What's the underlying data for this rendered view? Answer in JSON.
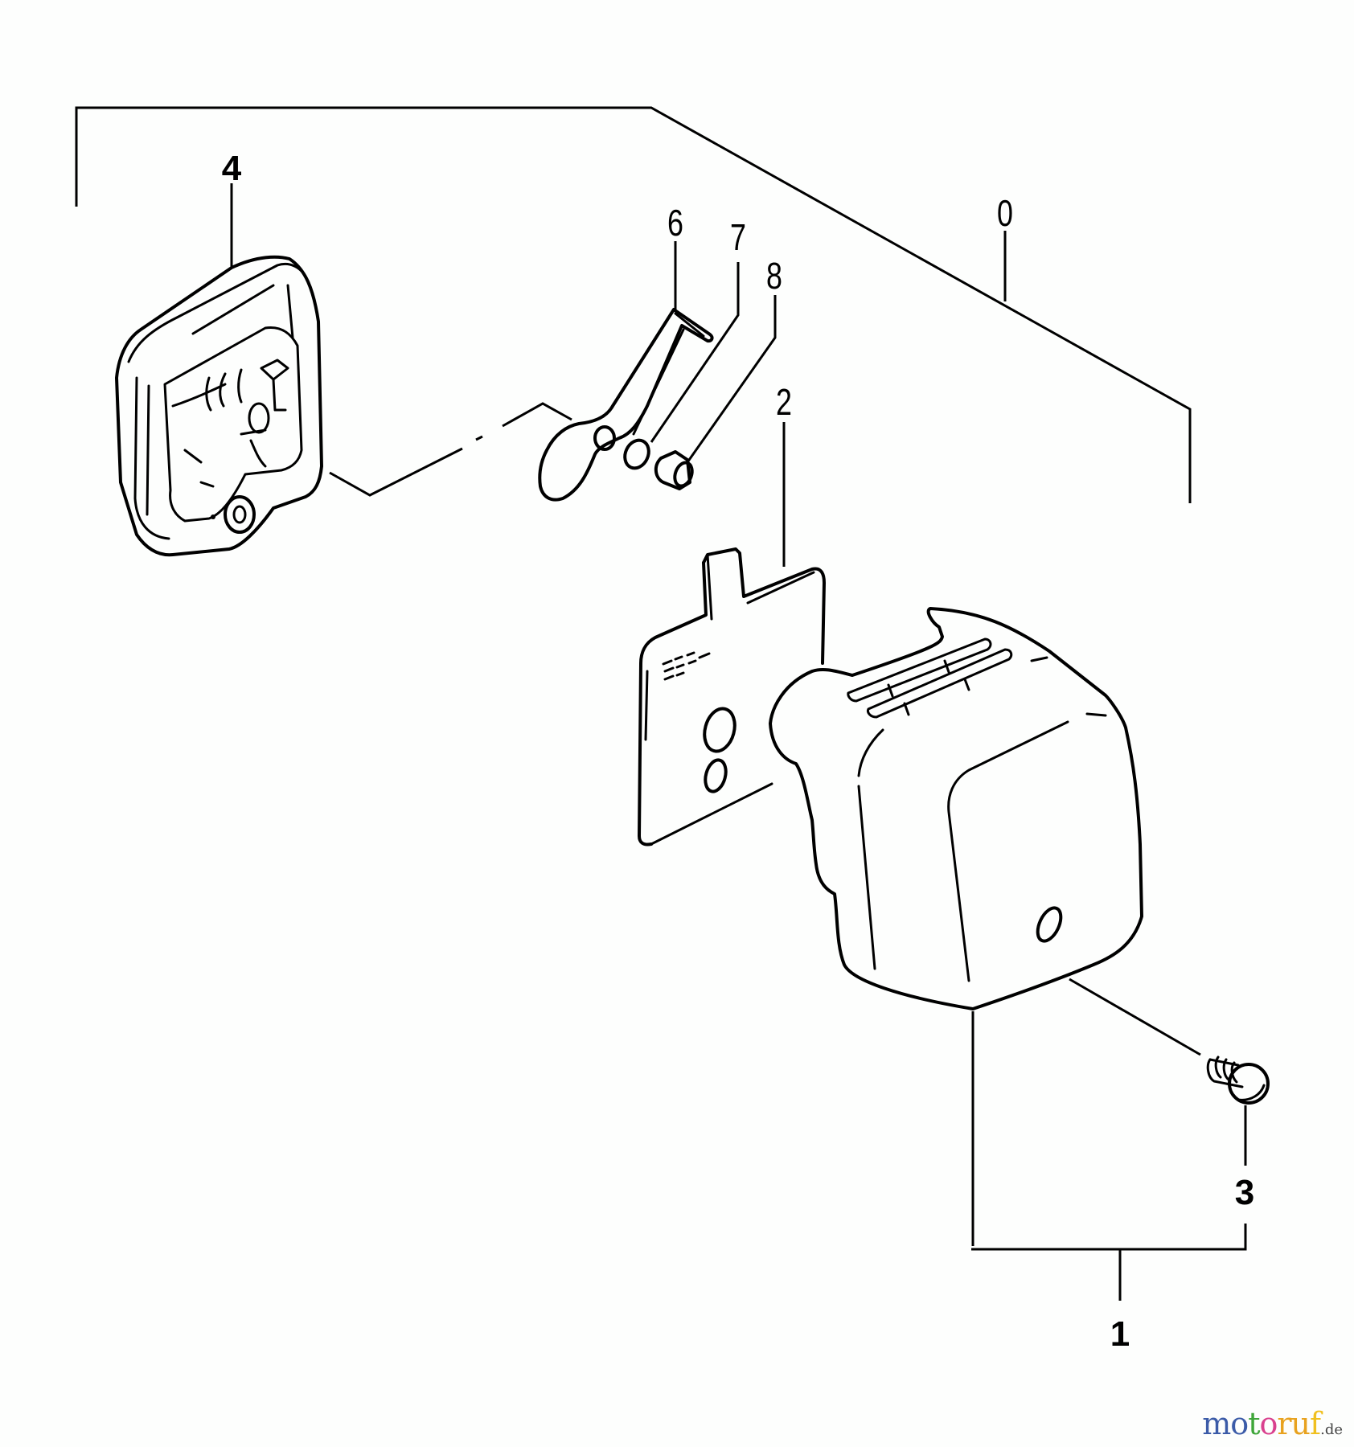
{
  "diagram": {
    "type": "exploded-parts-view",
    "subject": "muffler assembly",
    "background_color": "#fdfefd",
    "line_color": "#000000"
  },
  "callouts": [
    {
      "id": "c0",
      "label": "0",
      "part": "muffler assembly (complete set bracket)"
    },
    {
      "id": "c1",
      "label": "1",
      "part": "muffler set (muffler + screw)"
    },
    {
      "id": "c2",
      "label": "2",
      "part": "gasket"
    },
    {
      "id": "c3",
      "label": "3",
      "part": "screw"
    },
    {
      "id": "c4",
      "label": "4",
      "part": "muffler body / cover"
    },
    {
      "id": "c6",
      "label": "6",
      "part": "bracket / lever plate"
    },
    {
      "id": "c7",
      "label": "7",
      "part": "washer / ring"
    },
    {
      "id": "c8",
      "label": "8",
      "part": "collar / sleeve"
    }
  ],
  "watermark": {
    "letters": [
      {
        "ch": "m",
        "color": "#3b5ba8"
      },
      {
        "ch": "o",
        "color": "#3b5ba8"
      },
      {
        "ch": "t",
        "color": "#3fa63a"
      },
      {
        "ch": "o",
        "color": "#d9408e"
      },
      {
        "ch": "r",
        "color": "#e8a21f"
      },
      {
        "ch": "u",
        "color": "#e8a21f"
      },
      {
        "ch": "f",
        "color": "#f0c020"
      }
    ],
    "text": "motoruf",
    "suffix": ".de"
  }
}
